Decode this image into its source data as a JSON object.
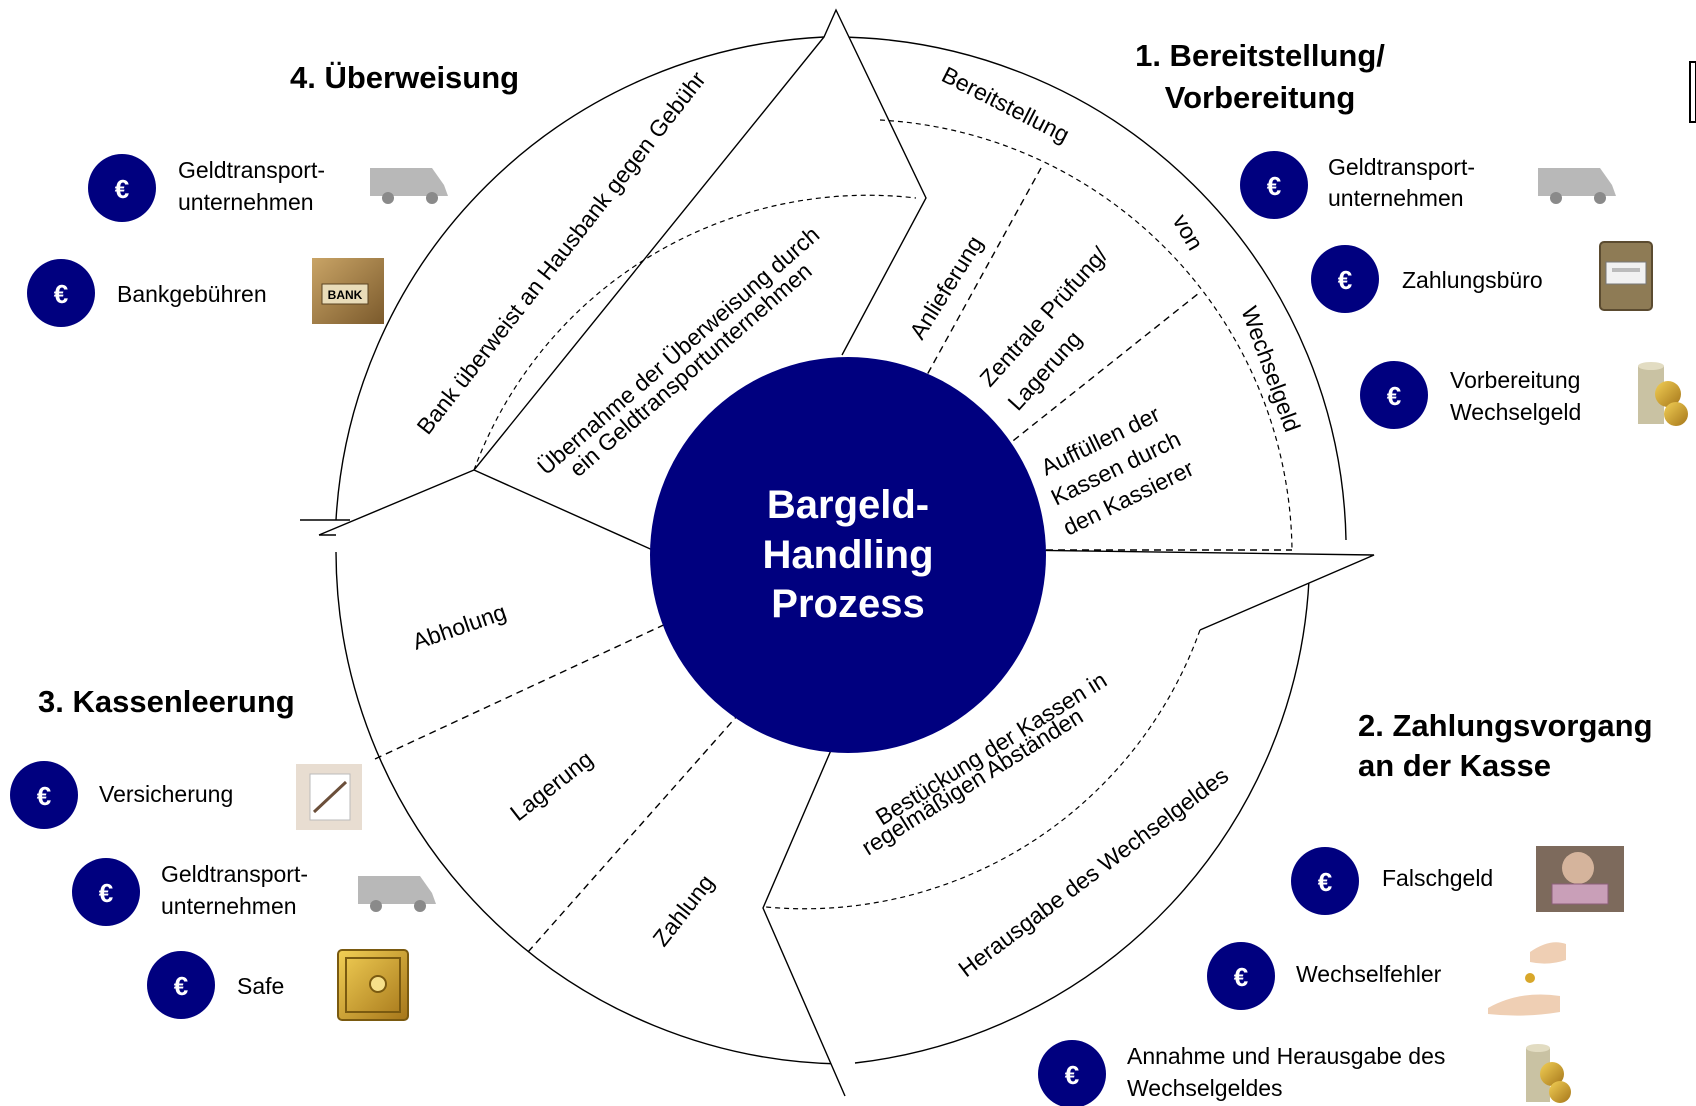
{
  "center": {
    "line1": "Bargeld-",
    "line2": "Handling",
    "line3": "Prozess"
  },
  "phases": {
    "p1": {
      "line1": "1. Bereitstellung/",
      "line2": "Vorbereitung"
    },
    "p2": {
      "line1": "2. Zahlungsvorgang",
      "line2": "an der Kasse"
    },
    "p3": {
      "line1": "3. Kassenleerung"
    },
    "p4": {
      "line1": "4. Überweisung"
    }
  },
  "ring": {
    "q1": {
      "outer_bereitstellung": "Bereitstellung",
      "outer_von": "von",
      "outer_wechselgeld": "Wechselgeld",
      "anlieferung": "Anlieferung",
      "pruefung_l1": "Zentrale Prüfung/",
      "pruefung_l2": "Lagerung",
      "auffuellen_l1": "Auffüllen der",
      "auffuellen_l2": "Kassen durch",
      "auffuellen_l3": "den Kassierer"
    },
    "q2": {
      "bestueckung_l1": "Bestückung der Kassen in",
      "bestueckung_l2": "regelmäßigen Abständen",
      "herausgabe": "Herausgabe des Wechselgeldes"
    },
    "q3": {
      "abholung": "Abholung",
      "lagerung": "Lagerung",
      "zahlung": "Zahlung"
    },
    "q4": {
      "outer": "Bank überweist an Hausbank gegen Gebühr",
      "inner_l1": "Übernahme der Überweisung durch",
      "inner_l2": "ein Geldtransportunternehmen"
    }
  },
  "euro_symbol": "€",
  "cost_items": {
    "p1": [
      {
        "label_l1": "Geldtransport-",
        "label_l2": "unternehmen",
        "icon": "van-icon"
      },
      {
        "label_l1": "Zahlungsbüro",
        "label_l2": "",
        "icon": "file-cabinet-icon"
      },
      {
        "label_l1": "Vorbereitung",
        "label_l2": "Wechselgeld",
        "icon": "coin-stack-icon"
      }
    ],
    "p2": [
      {
        "label_l1": "Falschgeld",
        "label_l2": "",
        "icon": "counterfeit-photo-icon"
      },
      {
        "label_l1": "Wechselfehler",
        "label_l2": "",
        "icon": "hands-coin-icon"
      },
      {
        "label_l1": "Annahme und Herausgabe des",
        "label_l2": "Wechselgeldes",
        "icon": "coin-stack-icon"
      }
    ],
    "p3": [
      {
        "label_l1": "Versicherung",
        "label_l2": "",
        "icon": "signing-document-icon"
      },
      {
        "label_l1": "Geldtransport-",
        "label_l2": "unternehmen",
        "icon": "van-icon"
      },
      {
        "label_l1": "Safe",
        "label_l2": "",
        "icon": "safe-icon"
      }
    ],
    "p4": [
      {
        "label_l1": "Geldtransport-",
        "label_l2": "unternehmen",
        "icon": "van-icon"
      },
      {
        "label_l1": "Bankgebühren",
        "label_l2": "",
        "icon": "bank-sign-icon"
      }
    ]
  },
  "bank_sign_text": "BANK",
  "colors": {
    "center_fill": "#00007f",
    "euro_badge": "#00007f",
    "line": "#000000"
  }
}
